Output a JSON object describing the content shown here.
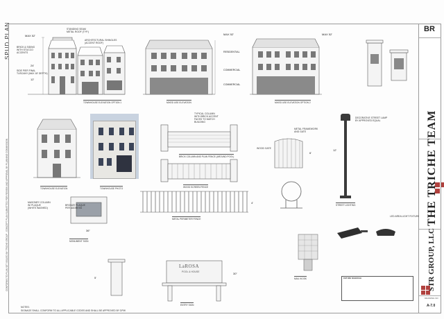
{
  "sheet": {
    "side_title": "SPUD PLAN",
    "side_small_text": "CONFORMS TO PLAN SET ISSUED BY TRICHE GROUP - CONCEPT PLAN SUBMITTED FOR REVIEW AND APPROVAL BY PLANNING COMMISSION",
    "brand_abbr": "BR",
    "firm_name": "STR GROUP, LLC",
    "team_name": "THE TRICHE TEAM",
    "sheet_number": "A-7.0",
    "drawing_no_label": "DRAWING NO",
    "bottom_note_1": "NOTES:",
    "bottom_note_2": "SIGNAGE SHALL CONFORM TO ALL APPLICABLE CODES AND SHALL BE APPROVED BY DPW"
  },
  "elevations": {
    "max_height_1": "MAX 52'",
    "max_height_2": "MAX 52'",
    "max_height_3": "MAX 52'",
    "residential": "RESIDENTIAL",
    "commercial_1": "COMMERCIAL",
    "commercial_2": "COMMERCIAL",
    "dim_24": "24'",
    "dim_12": "12'",
    "note_standing_seam": "STANDING SEAM\nMETAL ROOF (TYP.)",
    "note_brick": "BRICK & SIDING\nWITH STUCCO\nACCENTS",
    "note_side_pier": "SIDE PIER FINAL\nTUSCANY (MAX 18' DEPTH)",
    "note_architectural": "ARCHITECTURAL SHINGLES\n(ACCENT ROOF)",
    "cap_1": "TOWNHOUSE ELEVATION OPTION 1",
    "cap_2": "MIXED USE ELEVATION",
    "cap_3": "MIXED USE ELEVATION OPTION 2",
    "cap_4": "TOWNHOUSE ELEVATION",
    "cap_5": "TOWNHOUSE PHOTO"
  },
  "fences": {
    "cap_brick_fence": "BRICK COLUMN AND PLAN FENCE (AROUND POOL)",
    "cap_wood_fence": "WOOD SCREEN FENCE",
    "cap_metal_fence": "METAL PERIMETER FENCE",
    "note_typical": "TYPICAL COLUMN\nWITH BRICK ACCENT\nFACED TO MATCH\nBUILDING",
    "note_wood_gate": "WOOD GATE",
    "note_metal_frame": "METAL FRAMEWORK\nAND GATE",
    "dim_6": "6'",
    "dim_8": "8'",
    "dim_4": "4'"
  },
  "signage": {
    "sign_name": "LaROSA",
    "sign_sub": "POOL & HOUSE",
    "note_masonry": "MASONRY COLUMN\nW/ PLAQUE\n(WHITE WASHED)",
    "note_plaque": "BRONZE PLAQUE\nPER ADDRESS",
    "cap_monument": "MONUMENT SIGN",
    "cap_entry": "ENTRY SIGN",
    "dim_36": "36\"",
    "dim_30": "30\"",
    "dim_5": "5'"
  },
  "lighting": {
    "note_lamp": "DECORATIVE STREET LAMP\nBY APPROVED EQUAL",
    "note_fixture": "LED AREA LIGHT FIXTURE",
    "dim_12": "12'",
    "cap_light": "STREET LIGHTING",
    "cap_mailbox": "MAIL KIOSK",
    "table_title": "FIXTURE SCHEDULE"
  },
  "colors": {
    "line": "#5a5a5a",
    "brick_red": "#b0413e",
    "sheet_bg": "#fdfdfd"
  }
}
